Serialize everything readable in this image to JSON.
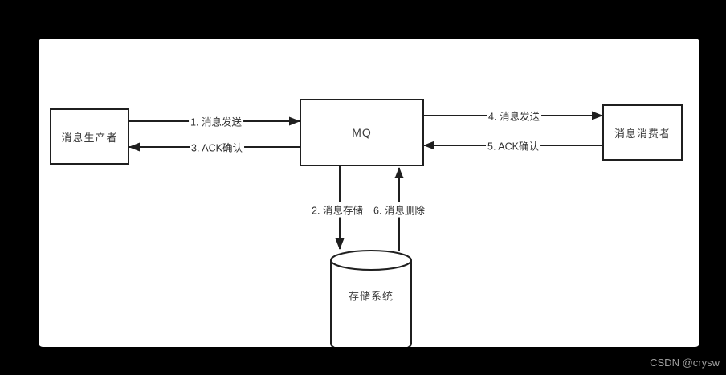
{
  "watermark": "CSDN @crysw",
  "diagram": {
    "nodes": {
      "producer": {
        "label": "消息生产者",
        "shape": "rect"
      },
      "mq": {
        "label": "MQ",
        "shape": "rect"
      },
      "consumer": {
        "label": "消息消费者",
        "shape": "rect"
      },
      "storage": {
        "label": "存储系统",
        "shape": "cylinder"
      }
    },
    "edges": [
      {
        "label": "1. 消息发送",
        "from": "producer",
        "to": "mq",
        "direction": "right"
      },
      {
        "label": "2. 消息存储",
        "from": "mq",
        "to": "storage",
        "direction": "down"
      },
      {
        "label": "3. ACK确认",
        "from": "mq",
        "to": "producer",
        "direction": "left"
      },
      {
        "label": "4. 消息发送",
        "from": "mq",
        "to": "consumer",
        "direction": "right"
      },
      {
        "label": "5. ACK确认",
        "from": "consumer",
        "to": "mq",
        "direction": "left"
      },
      {
        "label": "6. 消息删除",
        "from": "storage",
        "to": "mq",
        "direction": "up"
      }
    ],
    "colors": {
      "page_bg": "#000000",
      "canvas_bg": "#ffffff",
      "line": "#1f1f1f",
      "node_border": "#1f1f1f",
      "node_fill": "#ffffff",
      "text": "#3d3d3d",
      "watermark": "#9e9e9e"
    }
  }
}
